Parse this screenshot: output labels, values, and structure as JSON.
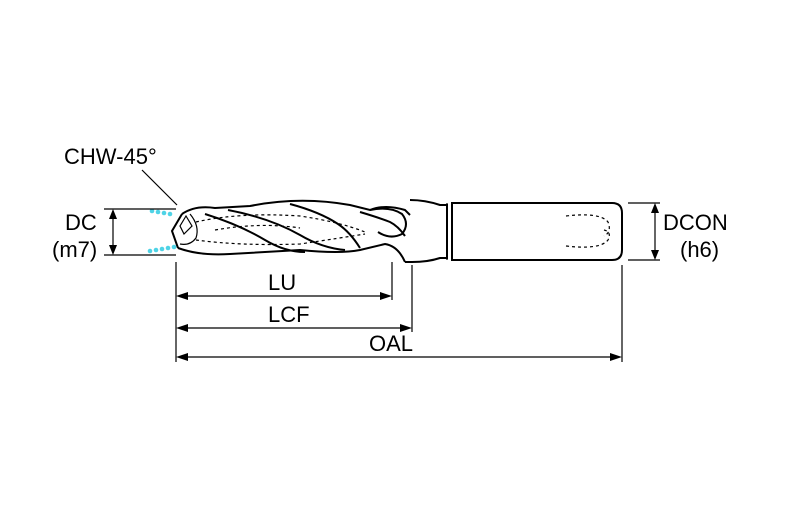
{
  "labels": {
    "chw": "CHW-45°",
    "dc": "DC",
    "dc_tol": "(m7)",
    "dcon": "DCON",
    "dcon_tol": "(h6)",
    "lu": "LU",
    "lcf": "LCF",
    "oal": "OAL"
  },
  "colors": {
    "coolant": "#4fd3e6",
    "line": "#000000",
    "background": "#ffffff"
  }
}
